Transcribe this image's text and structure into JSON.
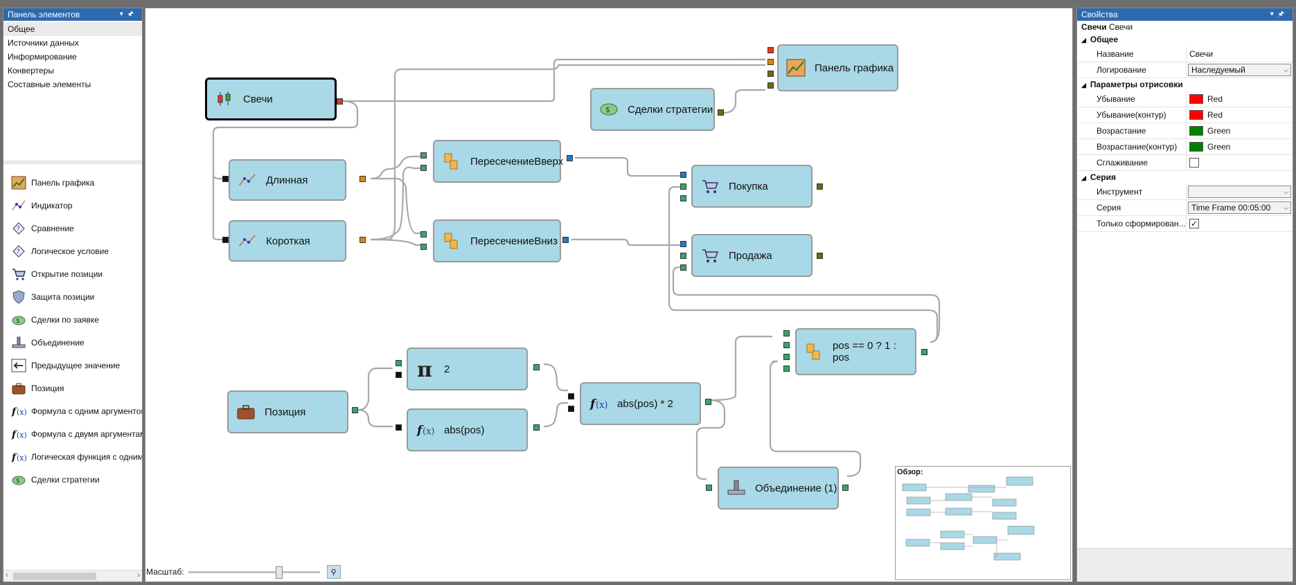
{
  "toolbox": {
    "title": "Панель элементов",
    "categories": [
      "Общее",
      "Источники данных",
      "Информирование",
      "Конвертеры",
      "Составные элементы"
    ],
    "items": [
      {
        "label": "Панель графика",
        "icon": "chart-panel-icon"
      },
      {
        "label": "Индикатор",
        "icon": "indicator-icon"
      },
      {
        "label": "Сравнение",
        "icon": "comparison-icon"
      },
      {
        "label": "Логическое условие",
        "icon": "logic-condition-icon"
      },
      {
        "label": "Открытие позиции",
        "icon": "cart-icon"
      },
      {
        "label": "Защита позиции",
        "icon": "shield-icon"
      },
      {
        "label": "Сделки по заявке",
        "icon": "money-icon"
      },
      {
        "label": "Объединение",
        "icon": "union-icon"
      },
      {
        "label": "Предыдущее значение",
        "icon": "prev-value-icon"
      },
      {
        "label": "Позиция",
        "icon": "briefcase-icon"
      },
      {
        "label": "Формула с одним аргументом",
        "icon": "formula-icon"
      },
      {
        "label": "Формула с двумя аргументами",
        "icon": "formula-icon"
      },
      {
        "label": "Логическая функция с одним",
        "icon": "formula-icon"
      },
      {
        "label": "Сделки стратегии",
        "icon": "money-icon"
      }
    ]
  },
  "canvas": {
    "nodes": {
      "candles": "Свечи",
      "long": "Длинная",
      "short": "Короткая",
      "cross_up": "ПересечениеВверх",
      "cross_down": "ПересечениеВниз",
      "chart_panel": "Панель графика",
      "strategy_trades": "Сделки стратегии",
      "buy": "Покупка",
      "sell": "Продажа",
      "position": "Позиция",
      "pi_const": "2",
      "abs_pos": "abs(pos)",
      "abs_pos_2": "abs(pos) * 2",
      "pos_expr": "pos == 0 ? 1 : pos",
      "union": "Объединение (1)"
    },
    "scale_label": "Масштаб:",
    "zoom_percent": 70,
    "overview_title": "Обзор:"
  },
  "properties": {
    "title": "Свойства",
    "subtitle_bold": "Свечи",
    "subtitle": "Свечи",
    "groups": [
      {
        "name": "Общее",
        "rows": [
          {
            "key": "Название",
            "value": "Свечи",
            "type": "text"
          },
          {
            "key": "Логирование",
            "value": "Наследуемый",
            "type": "combo"
          }
        ]
      },
      {
        "name": "Параметры отрисовки",
        "rows": [
          {
            "key": "Убывание",
            "value": "Red",
            "type": "color",
            "color": "#ff0000"
          },
          {
            "key": "Убывание(контур)",
            "value": "Red",
            "type": "color",
            "color": "#ff0000"
          },
          {
            "key": "Возрастание",
            "value": "Green",
            "type": "color",
            "color": "#008000"
          },
          {
            "key": "Возрастание(контур)",
            "value": "Green",
            "type": "color",
            "color": "#008000"
          },
          {
            "key": "Сглаживание",
            "value": "",
            "type": "checkbox",
            "checked": false
          }
        ]
      },
      {
        "name": "Серия",
        "rows": [
          {
            "key": "Инструмент",
            "value": "",
            "type": "combo"
          },
          {
            "key": "Серия",
            "value": "Time Frame 00:05:00",
            "type": "combo"
          },
          {
            "key": "Только сформирован...",
            "value": "",
            "type": "checkbox",
            "checked": true
          }
        ]
      }
    ]
  }
}
